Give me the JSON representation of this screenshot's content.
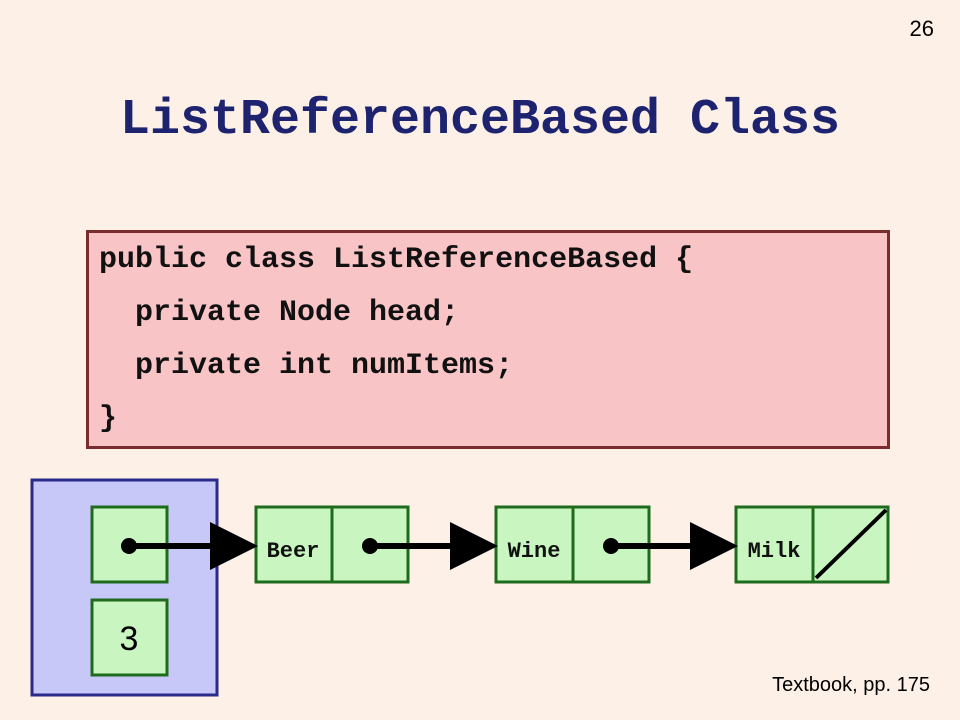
{
  "slide_number": "26",
  "title": "ListReferenceBased Class",
  "code": {
    "line1": "public class ListReferenceBased {",
    "line2": "  private Node head;",
    "line3": "  private int numItems;",
    "line4": "}"
  },
  "list": {
    "num_items": "3",
    "nodes": [
      {
        "item": "Beer"
      },
      {
        "item": "Wine"
      },
      {
        "item": "Milk"
      }
    ]
  },
  "citation": "Textbook, pp. 175",
  "colors": {
    "background": "#fdf0e6",
    "title": "#1e2370",
    "code_fill": "#f8c4c6",
    "code_border": "#7a2b2e",
    "object_fill": "#c8c8f8",
    "object_border": "#2a2a8a",
    "node_fill": "#c8f5c0",
    "node_border": "#1e6b1e"
  }
}
